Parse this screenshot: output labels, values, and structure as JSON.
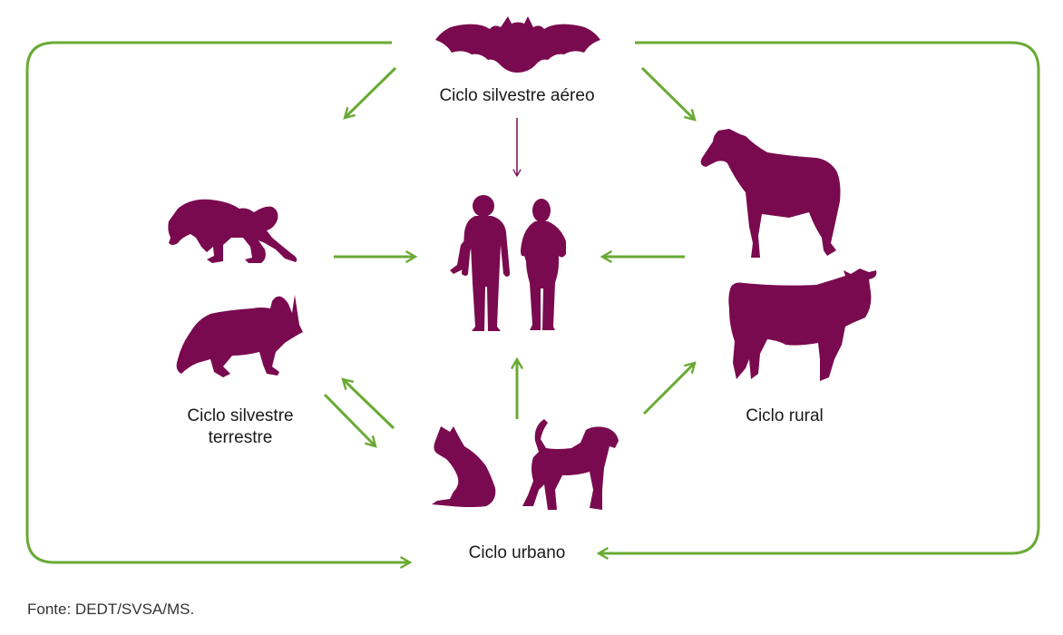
{
  "labels": {
    "aereo": "Ciclo silvestre aéreo",
    "terrestre_line1": "Ciclo silvestre",
    "terrestre_line2": "terrestre",
    "rural": "Ciclo rural",
    "urbano": "Ciclo urbano"
  },
  "source": "Fonte: DEDT/SVSA/MS.",
  "colors": {
    "animal": "#7a0a4f",
    "arrow_green": "#6aaa35",
    "arrow_purple": "#7a0a4f"
  },
  "icons": [
    "bat-icon",
    "monkey-icon",
    "fox-icon",
    "humans-icon",
    "horse-icon",
    "cow-icon",
    "cat-icon",
    "dog-icon"
  ]
}
